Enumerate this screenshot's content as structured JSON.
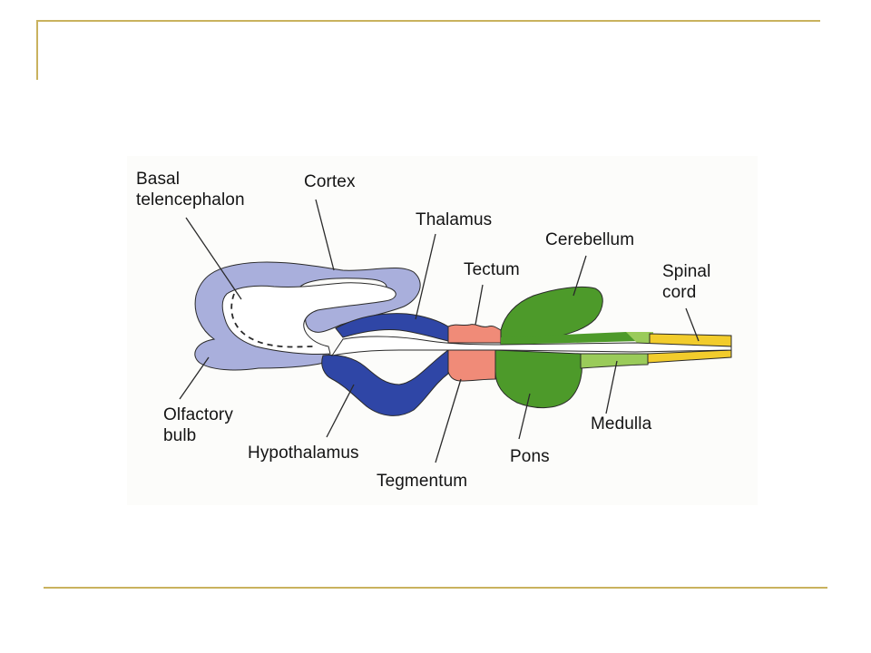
{
  "slide": {
    "accent_color": "#c9b25e"
  },
  "diagram": {
    "colors": {
      "telencephalon": "#a9afdc",
      "diencephalon": "#2f46a6",
      "mesencephalon": "#f08b78",
      "metencephalon": "#4d9a2a",
      "myelencephalon": "#9acb5a",
      "spinal_cord": "#f2cc2c",
      "outline": "#2a2a2a"
    },
    "labels": {
      "basal_telencephalon": [
        "Basal",
        "telencephalon"
      ],
      "cortex": "Cortex",
      "thalamus": "Thalamus",
      "tectum": "Tectum",
      "cerebellum": "Cerebellum",
      "spinal_cord": [
        "Spinal",
        "cord"
      ],
      "olfactory_bulb": [
        "Olfactory",
        "bulb"
      ],
      "hypothalamus": "Hypothalamus",
      "tegmentum": "Tegmentum",
      "pons": "Pons",
      "medulla": "Medulla"
    }
  }
}
